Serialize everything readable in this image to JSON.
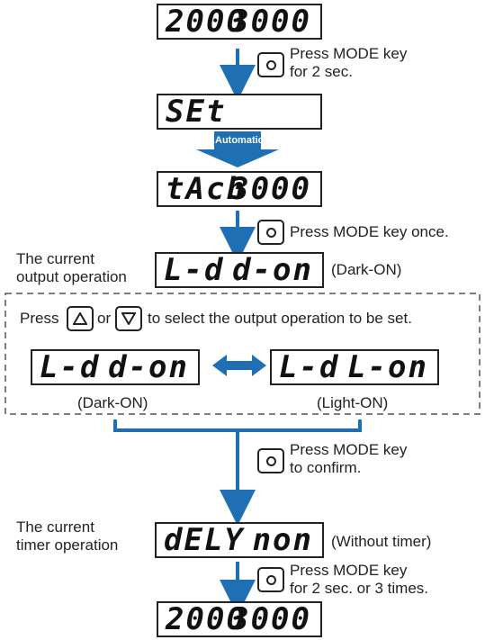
{
  "steps": {
    "top_display": {
      "left": "2000",
      "right": "3000"
    },
    "mode2sec": {
      "line1": "Press MODE key",
      "line2": "for 2 sec."
    },
    "set_display": {
      "left": "SEt"
    },
    "automatic_label": "Automatic",
    "tach_display": {
      "left": "tAch",
      "right": "3000"
    },
    "mode_once": "Press MODE key once.",
    "current_output": {
      "line1": "The current",
      "line2": "output operation"
    },
    "current_output_display": {
      "left": "L-d",
      "right": "d-on"
    },
    "current_output_note": "(Dark-ON)",
    "select_instruction": {
      "pre": "Press",
      "mid": "or",
      "post": "to select the output operation to be set."
    },
    "option_dark": {
      "left": "L-d",
      "right": "d-on",
      "caption": "(Dark-ON)"
    },
    "option_light": {
      "left": "L-d",
      "right": "L-on",
      "caption": "(Light-ON)"
    },
    "confirm": {
      "line1": "Press MODE key",
      "line2": "to confirm."
    },
    "current_timer": {
      "line1": "The current",
      "line2": "timer operation"
    },
    "timer_display": {
      "left": "dELY",
      "right": "non"
    },
    "timer_note": "(Without timer)",
    "mode_final": {
      "line1": "Press MODE key",
      "line2": "for 2 sec. or 3 times."
    },
    "bottom_display": {
      "left": "2000",
      "right": "3000"
    }
  },
  "icons": {
    "mode_key": "mode-key-icon",
    "up_key": "up-key-icon",
    "down_key": "down-key-icon",
    "swap": "bidirectional-arrow-icon",
    "arrow": "down-arrow-icon"
  },
  "colors": {
    "arrow": "#1f6fb5",
    "lcd_border": "#222222",
    "dashed": "#555555"
  }
}
